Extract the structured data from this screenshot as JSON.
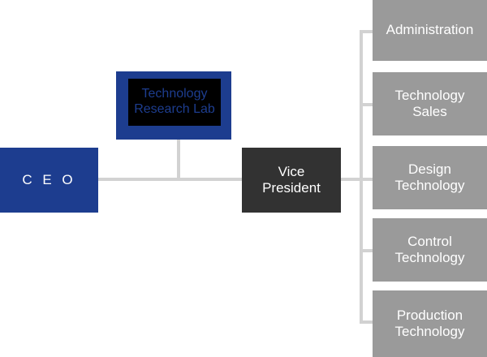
{
  "chart": {
    "type": "org-chart",
    "title": "Organization Structure",
    "colors": {
      "primary_blue": "#1d3d8f",
      "dark_charcoal": "#323232",
      "department_gray": "#9a9a9a",
      "connector_gray": "#d2d2d2",
      "knockout_black": "#000000",
      "text_white": "#ffffff",
      "background": "#ffffff"
    }
  },
  "nodes": {
    "ceo": {
      "label": "C E O",
      "level": 1
    },
    "research_lab": {
      "label": "Technology\nResearch Lab",
      "level": 2
    },
    "vice_president": {
      "label": "Vice\nPresident",
      "level": 2
    }
  },
  "departments": [
    {
      "label": "Administration"
    },
    {
      "label": "Technology\nSales"
    },
    {
      "label": "Design\nTechnology"
    },
    {
      "label": "Control\nTechnology"
    },
    {
      "label": "Production\nTechnology"
    }
  ]
}
